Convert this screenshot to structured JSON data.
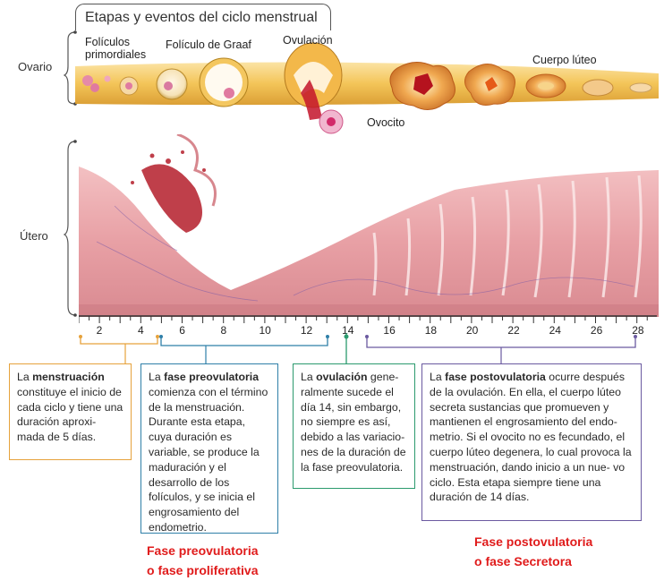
{
  "title": "Etapas y eventos del ciclo menstrual",
  "side_labels": {
    "ovary": "Ovario",
    "uterus": "Útero"
  },
  "ovary_labels": {
    "primordial_1": "Folículos",
    "primordial_2": "primordiales",
    "graaf": "Folículo de Graaf",
    "ovulation": "Ovulación",
    "corpus": "Cuerpo lúteo",
    "oocyte": "Ovocito"
  },
  "days": [
    "2",
    "4",
    "6",
    "8",
    "10",
    "12",
    "14",
    "16",
    "18",
    "20",
    "22",
    "24",
    "26",
    "28"
  ],
  "boxes": {
    "menstruation": {
      "bold": "menstruación",
      "pre": "La ",
      "rest": " constituye el inicio de cada ciclo y tiene una duración aproxi- mada de 5 días.",
      "color": "#e6a23c"
    },
    "preovulatory": {
      "pre": "La ",
      "bold": "fase preovulatoria",
      "rest": " comienza con el término de la menstruación. Durante esta etapa, cuya duración es variable, se produce la maduración y el desarrollo de los folículos, y se inicia el engrosamiento del endometrio.",
      "color": "#2f7fa8"
    },
    "ovulation": {
      "pre": "La ",
      "bold": "ovulación",
      "rest": " gene- ralmente sucede el día 14, sin embargo, no siempre es así, debido a las variacio- nes de la duración de la fase preovulatoria.",
      "color": "#2b9a6e"
    },
    "postovulatory": {
      "pre": "La ",
      "bold": "fase postovulatoria",
      "rest": " ocurre después de la ovulación. En ella, el cuerpo lúteo secreta sustancias que promueven y mantienen el engrosamiento del endo- metrio. Si el ovocito no es fecundado, el cuerpo lúteo degenera, lo cual provoca la menstruación, dando inicio a un nue- vo ciclo. Esta etapa siempre tiene una duración de 14 días.",
      "color": "#6b5aa0"
    }
  },
  "phase_names": {
    "pre_1": "Fase preovulatoria",
    "pre_2": "o fase proliferativa",
    "post_1": "Fase postovulatoria",
    "post_2": "o fase Secretora"
  },
  "colors": {
    "phase_name": "#e01b1b",
    "ovary_band": "#f2c24a",
    "uterus": "#e9a3a7"
  }
}
